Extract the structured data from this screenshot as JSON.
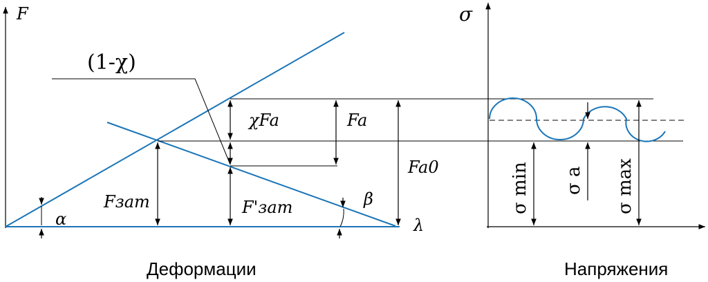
{
  "left_diagram": {
    "axis_y_label": "F",
    "axis_x_label": "λ",
    "caption": "Деформации",
    "labels": {
      "one_minus_chi": "(1-χ)",
      "chi_fa": "χFa",
      "fa": "Fa",
      "fa0": "Fa0",
      "fzat": "Fзат",
      "fzat_prime": "F'зат",
      "alpha": "α",
      "beta": "β"
    }
  },
  "right_diagram": {
    "axis_y_label": "σ",
    "caption": "Напряжения",
    "labels": {
      "sigma_min": "σ min",
      "sigma_a": "σ a",
      "sigma_max": "σ max"
    }
  },
  "colors": {
    "line_blue": "#1a75b8",
    "ink": "#000000"
  }
}
